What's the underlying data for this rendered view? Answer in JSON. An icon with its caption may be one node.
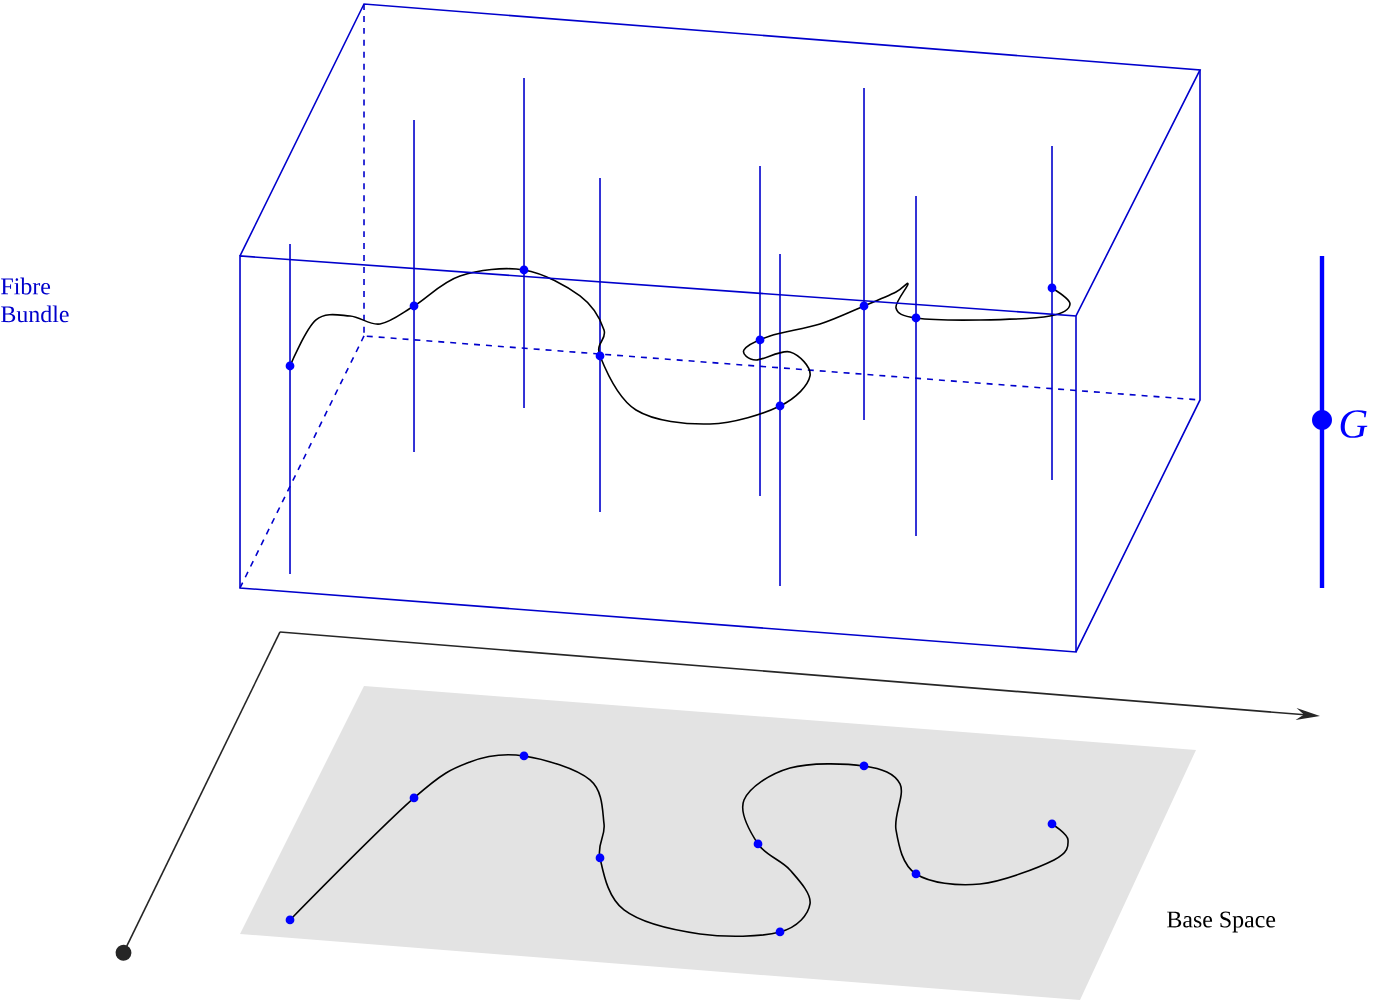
{
  "diagram": {
    "labels": [
      "Fibre Bundle",
      "G",
      "Base Space"
    ]
  }
}
